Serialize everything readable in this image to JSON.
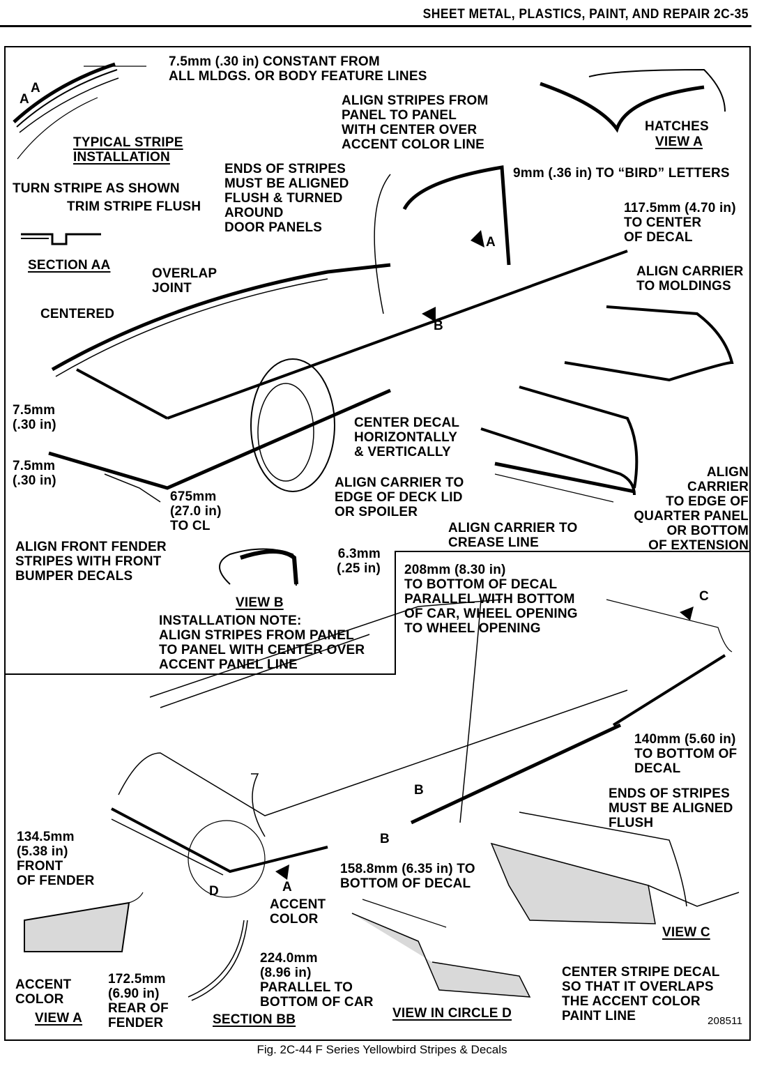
{
  "header": {
    "title": "SHEET METAL, PLASTICS, PAINT, AND REPAIR  2C-35"
  },
  "figure": {
    "caption": "Fig. 2C-44 F Series Yellowbird Stripes & Decals",
    "number": "208511"
  },
  "labels": {
    "constant": "7.5mm (.30 in) CONSTANT FROM\nALL MLDGS. OR BODY FEATURE LINES",
    "typical_title": "TYPICAL STRIPE\nINSTALLATION",
    "turn_stripe": "TURN STRIPE AS SHOWN",
    "trim_stripe": "TRIM STRIPE FLUSH",
    "section_aa": "SECTION AA",
    "align_panel": "ALIGN STRIPES FROM\nPANEL TO PANEL\nWITH CENTER OVER\nACCENT COLOR LINE",
    "ends_door": "ENDS OF STRIPES\nMUST BE ALIGNED\nFLUSH & TURNED\nAROUND\nDOOR PANELS",
    "hatches": "HATCHES",
    "view_a_top": "VIEW A",
    "bird_letters": "9mm (.36 in) TO “BIRD” LETTERS",
    "center_decal_dim": "117.5mm (4.70 in)\nTO CENTER\nOF DECAL",
    "align_moldings": "ALIGN CARRIER\nTO MOLDINGS",
    "overlap": "OVERLAP\nJOINT",
    "centered": "CENTERED",
    "dim_75_a": "7.5mm\n(.30 in)",
    "dim_75_b": "7.5mm\n(.30 in)",
    "dim_675": "675mm\n(27.0 in)\nTO CL",
    "align_fender": "ALIGN FRONT FENDER\nSTRIPES WITH FRONT\nBUMPER DECALS",
    "center_decal_hv": "CENTER DECAL\nHORIZONTALLY\n& VERTICALLY",
    "align_deck": "ALIGN CARRIER TO\nEDGE OF DECK LID\nOR SPOILER",
    "align_crease": "ALIGN CARRIER TO\nCREASE LINE",
    "align_quarter": "ALIGN\nCARRIER\nTO EDGE OF\nQUARTER PANEL\nOR BOTTOM\nOF EXTENSION",
    "dim_63": "6.3mm\n(.25 in)",
    "view_b": "VIEW B",
    "install_note": "INSTALLATION NOTE:\nALIGN STRIPES FROM PANEL\nTO PANEL WITH CENTER OVER\nACCENT PANEL LINE",
    "dim_208": "208mm (8.30 in)\nTO BOTTOM OF DECAL\nPARALLEL WITH BOTTOM\nOF CAR, WHEEL OPENING\nTO WHEEL OPENING",
    "callout_c": "C",
    "dim_140": "140mm (5.60 in)\nTO BOTTOM OF\nDECAL",
    "ends_flush": "ENDS OF STRIPES\nMUST BE ALIGNED\nFLUSH",
    "callout_b1": "B",
    "callout_b2": "B",
    "dim_1345": "134.5mm\n(5.38 in)\nFRONT\nOF FENDER",
    "callout_d": "D",
    "callout_a_bottom": "A",
    "dim_1588": "158.8mm (6.35 in) TO\nBOTTOM OF DECAL",
    "accent_color_mid": "ACCENT\nCOLOR",
    "accent_color_left": "ACCENT\nCOLOR",
    "dim_1725": "172.5mm\n(6.90 in)\nREAR OF\nFENDER",
    "dim_2240": "224.0mm\n(8.96 in)\nPARALLEL TO\nBOTTOM OF CAR",
    "view_a_bottom": "VIEW A",
    "section_bb": "SECTION BB",
    "view_circle_d": "VIEW IN CIRCLE D",
    "view_c": "VIEW C",
    "center_stripe": "CENTER STRIPE DECAL\nSO THAT IT OVERLAPS\nTHE ACCENT COLOR\nPAINT LINE",
    "callout_a_top1": "A",
    "callout_a_top2": "A",
    "callout_a_car": "A",
    "callout_b_car": "B"
  }
}
